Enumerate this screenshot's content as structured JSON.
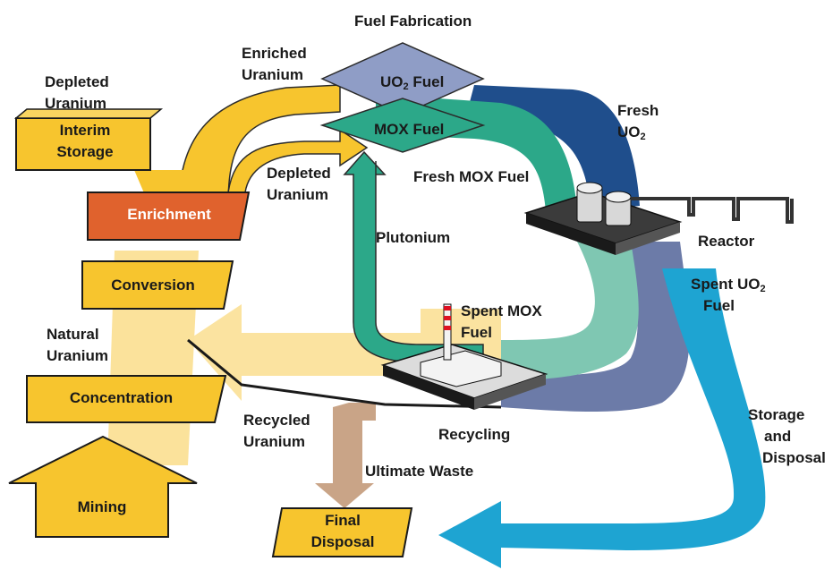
{
  "colors": {
    "gold": "#F7C52E",
    "gold_light": "#FBE29B",
    "orange": "#E0622D",
    "navy": "#1F4E8C",
    "teal": "#2CA889",
    "teal_light": "#7FC7B2",
    "slate": "#6C7BA8",
    "sky": "#1EA4D2",
    "tan": "#C9A487",
    "uo2_box": "#8F9DC6"
  },
  "labels": {
    "fuel_fabrication": "Fuel Fabrication",
    "enriched_uranium_1": "Enriched",
    "enriched_uranium_2": "Uranium",
    "depleted_uranium_top_1": "Depleted",
    "depleted_uranium_top_2": "Uranium",
    "depleted_uranium_mid_1": "Depleted",
    "depleted_uranium_mid_2": "Uranium",
    "uo2_fuel_main": "UO",
    "uo2_fuel_sub": "2",
    "uo2_fuel_rest": " Fuel",
    "mox_fuel": "MOX Fuel",
    "fresh_uo2_1": "Fresh",
    "fresh_uo2_main": "UO",
    "fresh_uo2_sub": "2",
    "fresh_mox_fuel": "Fresh MOX Fuel",
    "plutonium": "Plutonium",
    "reactor": "Reactor",
    "spent_uo2_main": "Spent UO",
    "spent_uo2_sub": "2",
    "spent_uo2_2": "Fuel",
    "spent_mox_1": "Spent MOX",
    "spent_mox_2": "Fuel",
    "natural_uranium_1": "Natural",
    "natural_uranium_2": "Uranium",
    "recycled_uranium_1": "Recycled",
    "recycled_uranium_2": "Uranium",
    "recycling": "Recycling",
    "ultimate_waste": "Ultimate Waste",
    "storage_disposal_1": "Storage",
    "storage_disposal_2": "and",
    "storage_disposal_3": "Disposal"
  },
  "boxes": {
    "interim_storage_1": "Interim",
    "interim_storage_2": "Storage",
    "enrichment": "Enrichment",
    "conversion": "Conversion",
    "concentration": "Concentration",
    "mining": "Mining",
    "final_disposal_1": "Final",
    "final_disposal_2": "Disposal"
  }
}
